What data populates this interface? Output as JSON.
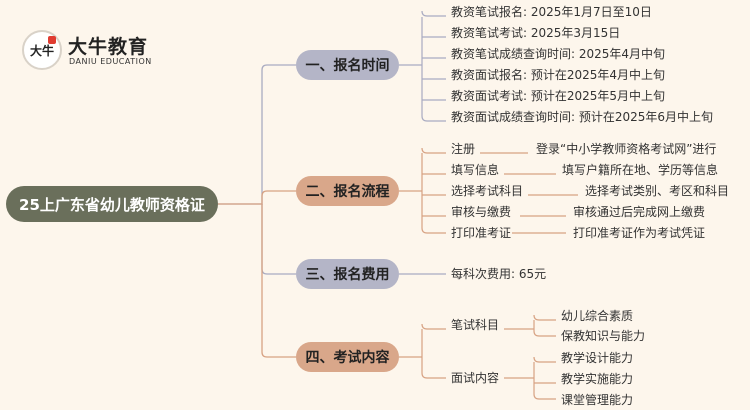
{
  "logo": {
    "mark": "大牛",
    "name": "大牛教育",
    "sub": "DANIU EDUCATION"
  },
  "root": "25上广东省幼儿教师资格证",
  "branches": [
    {
      "label": "一、报名时间",
      "items": [
        "教资笔试报名: 2025年1月7日至10日",
        "教资笔试考试: 2025年3月15日",
        "教资笔试成绩查询时间: 2025年4月中旬",
        "教资面试报名: 预计在2025年4月中上旬",
        "教资面试考试: 预计在2025年5月中上旬",
        "教资面试成绩查询时间: 预计在2025年6月中上旬"
      ]
    },
    {
      "label": "二、报名流程",
      "steps": [
        {
          "name": "注册",
          "detail": "登录“中小学教师资格考试网”进行"
        },
        {
          "name": "填写信息",
          "detail": "填写户籍所在地、学历等信息"
        },
        {
          "name": "选择考试科目",
          "detail": "选择考试类别、考区和科目"
        },
        {
          "name": "审核与缴费",
          "detail": "审核通过后完成网上缴费"
        },
        {
          "name": "打印准考证",
          "detail": "打印准考证作为考试凭证"
        }
      ]
    },
    {
      "label": "三、报名费用",
      "items": [
        "每科次费用: 65元"
      ]
    },
    {
      "label": "四、考试内容",
      "groups": [
        {
          "name": "笔试科目",
          "items": [
            "幼儿综合素质",
            "保教知识与能力"
          ]
        },
        {
          "name": "面试内容",
          "items": [
            "教学设计能力",
            "教学实施能力",
            "课堂管理能力"
          ]
        }
      ]
    }
  ],
  "colors": {
    "background": "#fdf6ec",
    "root": "#6a6f5b",
    "branch_cool": "#b4b5c7",
    "branch_warm": "#d9a78a",
    "line_cool": "#a9abc1",
    "line_warm": "#d7a283"
  }
}
